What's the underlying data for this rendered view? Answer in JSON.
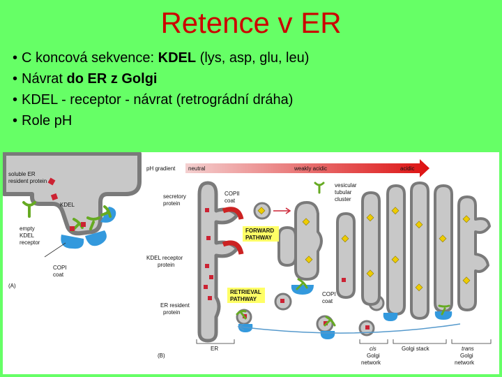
{
  "slide": {
    "title": "Retence v ER",
    "bullets": [
      {
        "plain": "C koncová sekvence: ",
        "bold": "KDEL",
        "rest": " (lys, asp, glu, leu)"
      },
      {
        "plain": "Návrat ",
        "bold": "do ER z Golgi",
        "rest": ""
      },
      {
        "plain": "KDEL - receptor - návrat (retrográdní dráha)",
        "bold": "",
        "rest": ""
      },
      {
        "plain": "Role pH",
        "bold": "",
        "rest": ""
      }
    ]
  },
  "figure": {
    "panel_a": {
      "soluble_line1": "soluble ER",
      "soluble_line2": "resident protein",
      "kdel": "KDEL",
      "empty_line1": "empty",
      "empty_line2": "KDEL",
      "empty_line3": "receptor",
      "copi_line1": "COPI",
      "copi_line2": "coat",
      "panel_label": "(A)"
    },
    "panel_b": {
      "ph_gradient": "pH gradient",
      "neutral": "neutral",
      "weakly_acidic": "weakly acidic",
      "acidic": "acidic",
      "secretory_line1": "secretory",
      "secretory_line2": "protein",
      "copii_line1": "COPII",
      "copii_line2": "coat",
      "vtc_line1": "vesicular",
      "vtc_line2": "tubular",
      "vtc_line3": "cluster",
      "forward_line1": "FORWARD",
      "forward_line2": "PATHWAY",
      "kdel_receptor_line1": "KDEL receptor",
      "kdel_receptor_line2": "protein",
      "retrieval_line1": "RETRIEVAL",
      "retrieval_line2": "PATHWAY",
      "copi_line1": "COPI",
      "copi_line2": "coat",
      "er_resident_line1": "ER resident",
      "er_resident_line2": "protein",
      "er": "ER",
      "cis_line1": "cis",
      "cis_line2": "Golgi",
      "cis_line3": "network",
      "golgi_stack": "Golgi stack",
      "trans_line1": "trans",
      "trans_line2": "Golgi",
      "trans_line3": "network",
      "panel_label": "(B)"
    },
    "colors": {
      "membrane": "#7a7a7a",
      "lumen": "#c8c8c8",
      "copi_coat": "#3399dd",
      "copii_coat": "#cc2222",
      "receptor": "#66aa22",
      "cargo": "#eecc00",
      "resident": "#cc2233",
      "label_box": "#ffff66"
    }
  }
}
